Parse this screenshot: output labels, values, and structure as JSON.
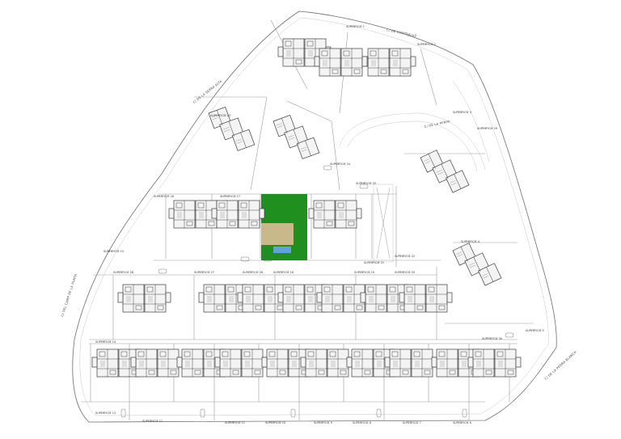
{
  "roads": {
    "north": "C/ DE CONTRALUZ",
    "west": "C/ DE LA SERRA ALTA",
    "east_inner": "C/ DE LA PENYA",
    "southwest": "C/ DEL CAMP DE LA PUNTA",
    "southeast": "C/ DE LA PEDRA BLANCA"
  },
  "parcels": {
    "p1": "SUPERFICIE 1",
    "p2": "SUPERFICIE 2",
    "p3": "SUPERFICIE 3",
    "p4": "SUPERFICIE 4",
    "p5": "SUPERFICIE 5",
    "p6": "SUPERFICIE 6",
    "p7": "SUPERFICIE 7",
    "p8": "SUPERFICIE 8",
    "p9": "SUPERFICIE 9",
    "p10": "SUPERFICIE 10",
    "p11": "SUPERFICIE 11",
    "p12": "SUPERFICIE 12",
    "p13": "SUPERFICIE 13",
    "p14": "SUPERFICIE 14",
    "p15": "SUPERFICIE 15",
    "p16": "SUPERFICIE 16",
    "p17": "SUPERFICIE 17",
    "p18": "SUPERFICIE 18",
    "p19": "SUPERFICIE 19",
    "p20": "SUPERFICIE 20",
    "p21": "SUPERFICIE 21",
    "p22": "SUPERFICIE 22",
    "p23": "SUPERFICIE 23",
    "p24": "SUPERFICIE 24",
    "p25": "SUPERFICIE 25",
    "p26": "SUPERFICIE 26",
    "p27": "SUPERFICIE 27",
    "p28": "SUPERFICIE 28",
    "p29": "SUPERFICIE 29",
    "p30": "SUPERFICIE 30"
  },
  "colors": {
    "garden": "#1f8f1f",
    "sand": "#c9b98a",
    "pool": "#5fa3d9",
    "line": "#6d6d6d"
  }
}
